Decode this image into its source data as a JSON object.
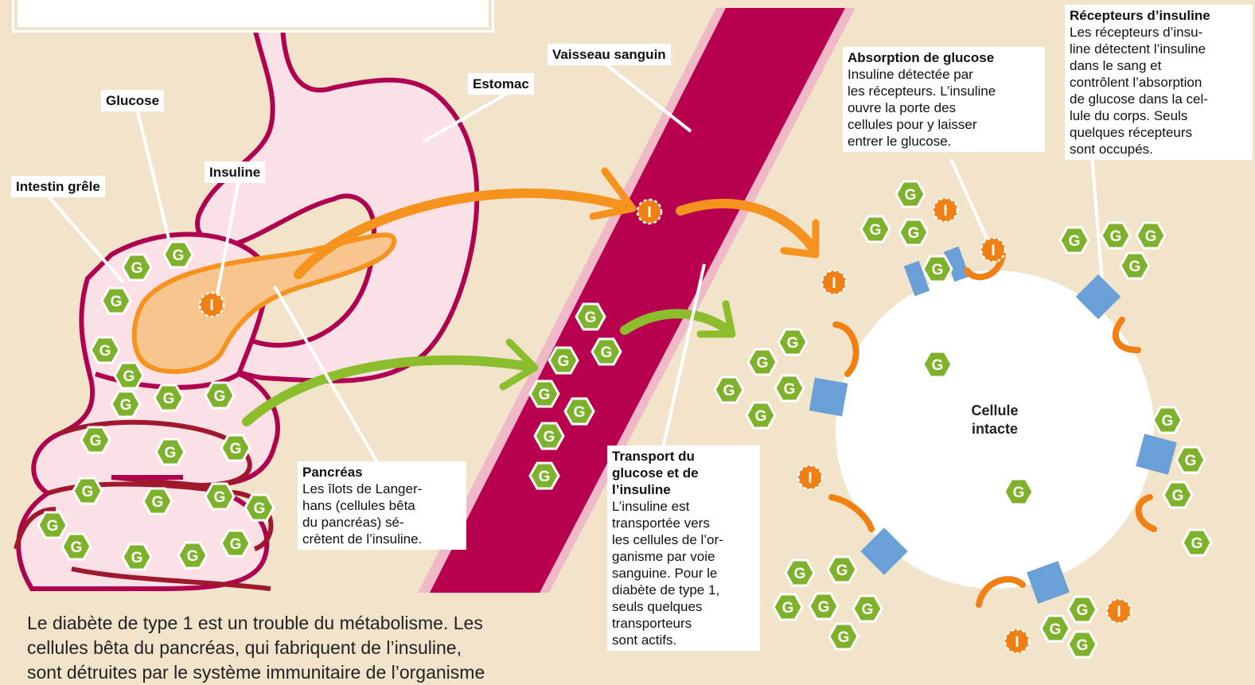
{
  "title": "",
  "labels": {
    "vessel": "Vaisseau sanguin",
    "stomach": "Estomac",
    "glucose": "Glucose",
    "insulin": "Insuline",
    "small_intestine": "Intestin grêle",
    "pancreas_title": "Pancréas",
    "pancreas_body": "Les îlots de Langer-\nhans (cellules bêta\ndu pancréas) sé-\ncrètent de l’insuline.",
    "absorption_title": "Absorption de glucose",
    "absorption_body": "Insuline détectée par\nles récepteurs. L’insuline\nouvre la porte des\ncellules pour y laisser\nentrer le glucose.",
    "receptors_title": "Récepteurs d’insuline",
    "receptors_body": "Les récepteurs d’insu-\nline détectent l’insuline\ndans le sang et\ncontrôlent l’absorption\nde glucose dans la cel-\nlule du corps. Seuls\nquelques récepteurs\nsont occupés.",
    "transport_title": "Transport du\nglucose et de\nl’insuline",
    "transport_body": "L’insuline est\ntransportée vers\nles cellules de l’or-\nganisme par voie\nsanguine. Pour le\ndiabète de type 1,\nseuls quelques\ntransporteurs\nsont actifs.",
    "cell": "Cellule\nintacte"
  },
  "intro_text": "Le diabète de type 1 est un trouble du métabolisme. Les\ncellules bêta du pancréas, qui fabriquent de l’insuline,\nsont détruites par le système immunitaire de l’organisme",
  "glucose_letter": "G",
  "insulin_letter": "I",
  "colors": {
    "background": "#f2e4ca",
    "vessel": "#b8004f",
    "vessel_edge": "#f0b9c8",
    "organ_fill": "#fbe1e6",
    "organ_stroke": "#b00050",
    "intestine_stroke": "#a0182d",
    "pancreas_fill": "#f9c58e",
    "pancreas_stroke": "#f5931e",
    "glucose": "#7fb22c",
    "insulin": "#f07f14",
    "receptor": "#6a9fd8",
    "arrow_green": "#8cbd2d",
    "arrow_orange": "#f5931e"
  }
}
